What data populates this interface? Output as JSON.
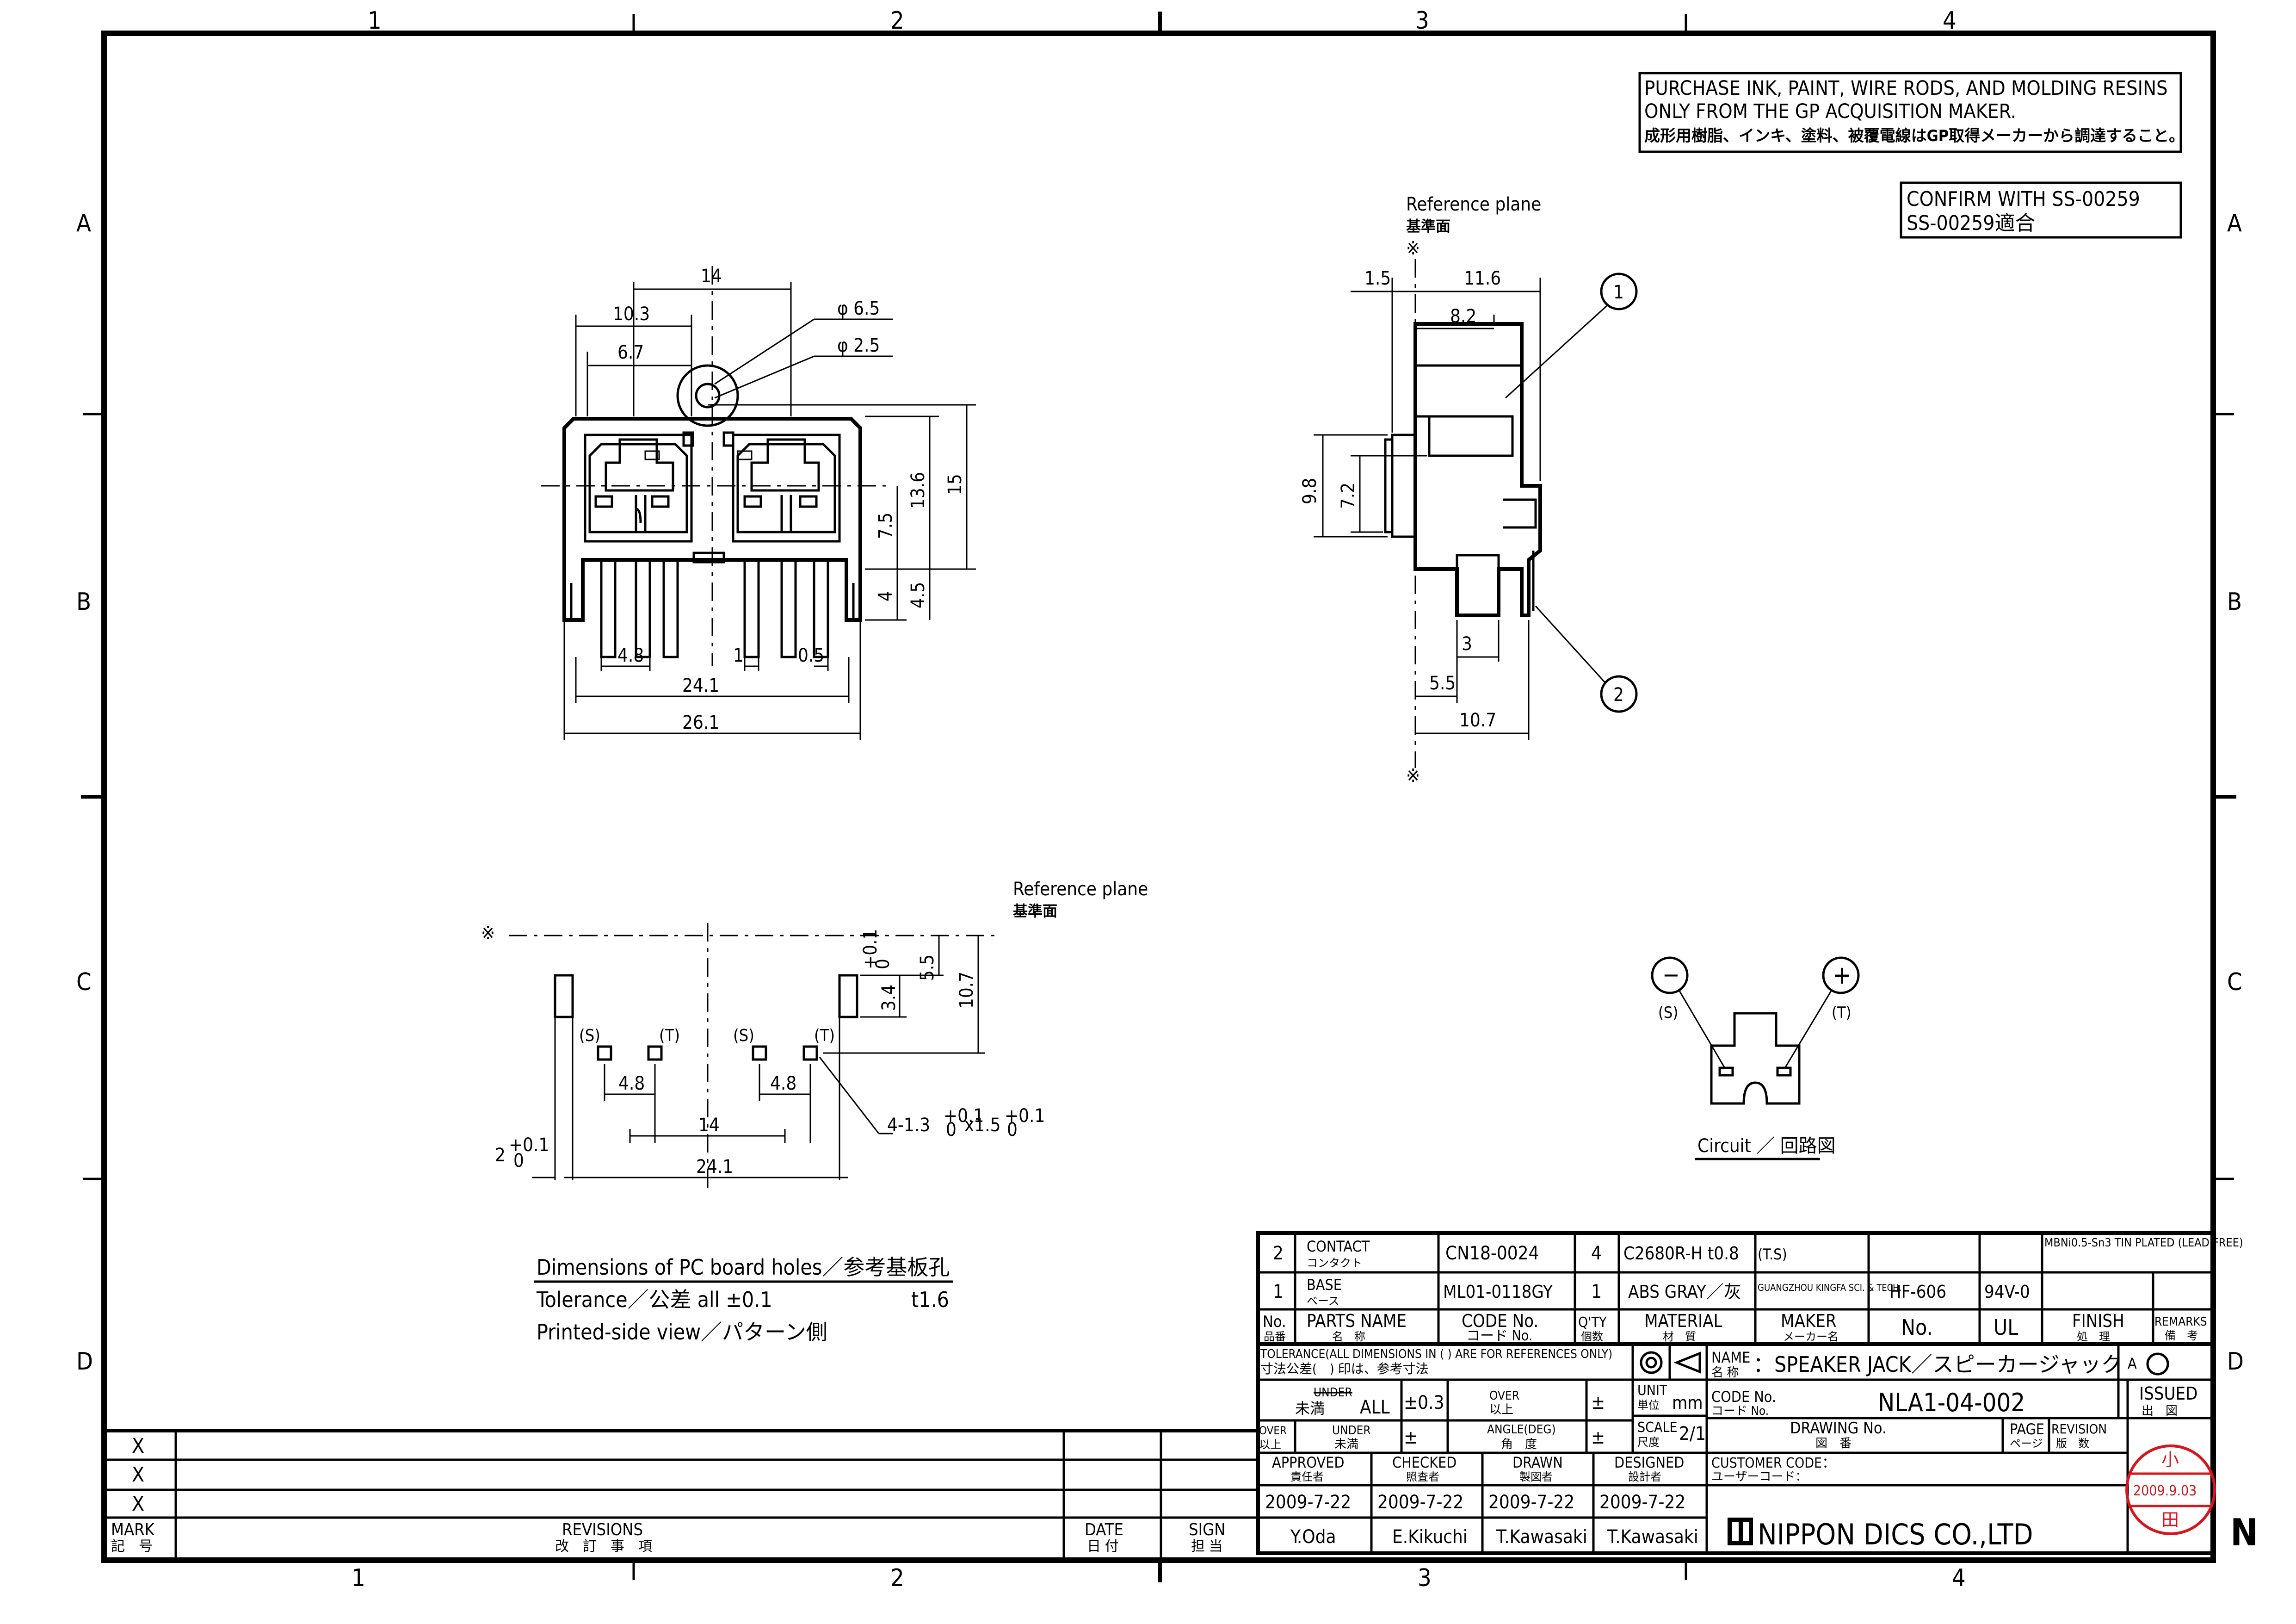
{
  "grid": {
    "cols": [
      "1",
      "2",
      "3",
      "4"
    ],
    "rows": [
      "A",
      "B",
      "C",
      "D"
    ],
    "north_mark": "N"
  },
  "notes": {
    "purchase_line1": "PURCHASE INK, PAINT, WIRE RODS, AND MOLDING RESINS",
    "purchase_line2": "ONLY FROM THE GP ACQUISITION MAKER.",
    "purchase_line3": "成形用樹脂、インキ、塗料、被覆電線はGP取得メーカーから調達すること。",
    "confirm_line1": "CONFIRM WITH SS-00259",
    "confirm_line2": "SS-00259適合"
  },
  "front_view": {
    "dims": [
      "14",
      "10.3",
      "6.7",
      "φ 6.5",
      "φ 2.5",
      "13.6",
      "15",
      "7.5",
      "4.5",
      "4",
      "4.8",
      "1",
      "0.5",
      "24.1",
      "26.1"
    ]
  },
  "side_view": {
    "ref_plane_en": "Reference plane",
    "ref_plane_jp": "基準面",
    "ref_mark": "※",
    "dims": [
      "1.5",
      "11.6",
      "8.2",
      "9.8",
      "7.2",
      "3",
      "5.5",
      "10.7"
    ],
    "callouts": [
      "1",
      "2"
    ]
  },
  "pcb_view": {
    "ref_plane_en": "Reference plane",
    "ref_plane_jp": "基準面",
    "ref_mark": "※",
    "pin_labels": [
      "(S)",
      "(T)",
      "(S)",
      "(T)"
    ],
    "dims": [
      "5.5",
      "10.7",
      "3.4",
      "+0.1",
      "0",
      "4.8",
      "4.8",
      "14",
      "24.1",
      "2",
      "+0.1",
      "0"
    ],
    "hole_note": "4-1.3",
    "hole_tol_a": "+0.1",
    "hole_tol_b": "0",
    "hole_x": "x1.5",
    "hole_tol_c": "+0.1",
    "hole_tol_d": "0",
    "caption": "Dimensions of PC board holes／参考基板孔",
    "tolerance": "Tolerance／公差  all  ±0.1",
    "thickness": "t1.6",
    "side": "Printed-side view／パターン側"
  },
  "circuit": {
    "minus": "−",
    "plus": "+",
    "s_label": "(S)",
    "t_label": "(T)",
    "caption": "Circuit ／ 回路図"
  },
  "parts": [
    {
      "no": "2",
      "name_en": "CONTACT",
      "name_jp": "コンタクト",
      "code": "CN18-0024",
      "qty": "4",
      "material": "C2680R-H  t0.8",
      "material2": "(T.S)",
      "maker": "",
      "maker_no": "",
      "ul": "",
      "finish": "MBNi0.5-Sn3 TIN PLATED (LEAD FREE)",
      "remarks": ""
    },
    {
      "no": "1",
      "name_en": "BASE",
      "name_jp": "ベース",
      "code": "ML01-0118GY",
      "qty": "1",
      "material": "ABS  GRAY／灰",
      "material2": "",
      "maker": "GUANGZHOU KINGFA SCI. & TECH.",
      "maker_no": "HF-606",
      "ul": "94V-0",
      "finish": "",
      "remarks": ""
    }
  ],
  "parts_header": {
    "no_en": "No.",
    "no_jp": "品番",
    "name_en": "PARTS NAME",
    "name_jp": "名　称",
    "code_en": "CODE No.",
    "code_jp": "コード No.",
    "qty_en": "Q'TY",
    "qty_jp": "個数",
    "material_en": "MATERIAL",
    "material_jp": "材　質",
    "maker_en": "MAKER",
    "maker_jp": "メーカー名",
    "no2": "No.",
    "ul": "UL",
    "finish_en": "FINISH",
    "finish_jp": "処　理",
    "remarks_en": "REMARKS",
    "remarks_jp": "備　考"
  },
  "title_block": {
    "tolerance_head": "TOLERANCE(ALL DIMENSIONS IN ( ) ARE FOR REFERENCES ONLY)",
    "tolerance_head_jp": "寸法公差(　) 印は、参考寸法",
    "under": "UNDER",
    "under_jp": "未満",
    "all": "ALL",
    "all_tol": "±0.3",
    "over": "OVER",
    "over_jp": "以上",
    "pm": "±",
    "angle": "ANGLE(DEG)",
    "angle_jp": "角　度",
    "unit": "UNIT",
    "unit_jp": "単位",
    "unit_val": "mm",
    "scale": "SCALE",
    "scale_jp": "尺度",
    "scale_val": "2/1",
    "name_label": "NAME",
    "name_label_jp": "名 称",
    "name_value": "：SPEAKER JACK／スピーカージャック",
    "std_mark": "A",
    "code_label": "CODE No.",
    "code_label_jp": "コード No.",
    "code_value": "NLA1-04-002",
    "issued": "ISSUED",
    "issued_jp": "出　図",
    "drawing_no": "DRAWING No.",
    "drawing_no_jp": "図　番",
    "page": "PAGE",
    "page_jp": "ページ",
    "revision": "REVISION",
    "revision_jp": "版　数",
    "customer_code": "CUSTOMER CODE：",
    "customer_code_jp": "ユーザーコード：",
    "company": "NIPPON DICS CO.,LTD",
    "stamp_top": "小",
    "stamp_date": "2009.9.03",
    "stamp_bottom": "田"
  },
  "approvals": [
    {
      "role": "APPROVED",
      "role_jp": "責任者",
      "date": "2009-7-22",
      "name": "Y.Oda"
    },
    {
      "role": "CHECKED",
      "role_jp": "照査者",
      "date": "2009-7-22",
      "name": "E.Kikuchi"
    },
    {
      "role": "DRAWN",
      "role_jp": "製図者",
      "date": "2009-7-22",
      "name": "T.Kawasaki"
    },
    {
      "role": "DESIGNED",
      "role_jp": "設計者",
      "date": "2009-7-22",
      "name": "T.Kawasaki"
    }
  ],
  "revisions": {
    "marks": [
      "X",
      "X",
      "X"
    ],
    "mark_head": "MARK",
    "mark_head_jp": "記　号",
    "rev_head": "REVISIONS",
    "rev_head_jp": "改　訂　事　項",
    "date_head": "DATE",
    "date_head_jp": "日 付",
    "sign_head": "SIGN",
    "sign_head_jp": "担 当"
  },
  "colors": {
    "ink": "#000000",
    "stamp": "#d8141c"
  }
}
